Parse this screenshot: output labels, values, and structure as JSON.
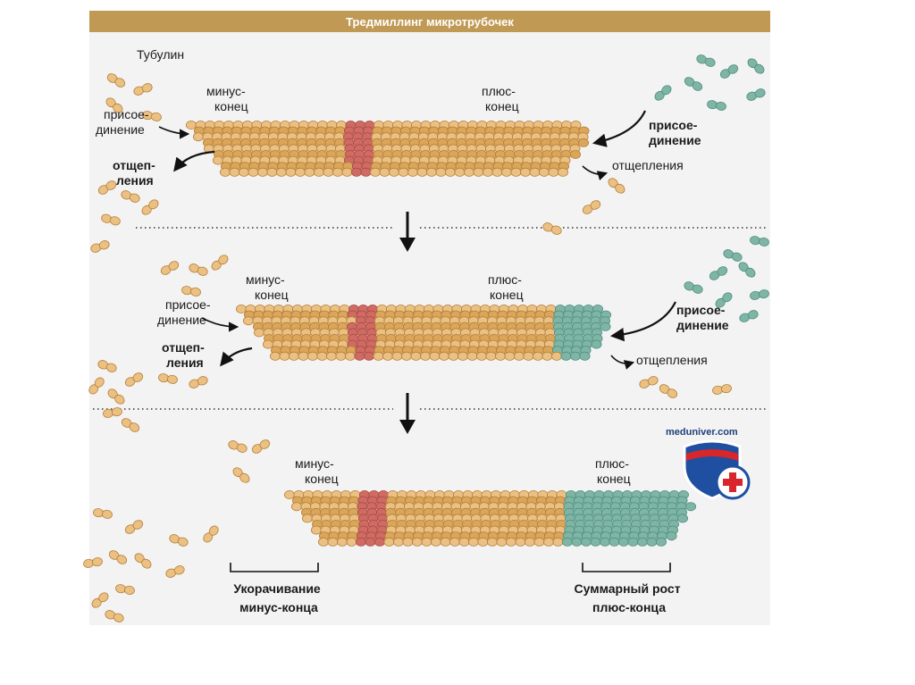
{
  "title": "Тредмиллинг микротрубочек",
  "watermark": "meduniver.com",
  "colors": {
    "header_bg": "#c09a55",
    "panel_bg": "#f2f2f2",
    "tubulin": "#d9a65a",
    "tubulin_dark": "#b77e38",
    "tubulin_light": "#ebc183",
    "marker": "#cf6b62",
    "marker_dark": "#a94a44",
    "new_dimer": "#7fb5a4",
    "new_dimer_dark": "#4f8f81"
  },
  "panels": [
    {
      "tubulin_label": "Тубулин",
      "minus_end": [
        "минус-",
        "конец"
      ],
      "plus_end": [
        "плюс-",
        "конец"
      ],
      "left_add": [
        "присое-",
        "динение"
      ],
      "left_remove": [
        "отщеп-",
        "ления"
      ],
      "right_add": [
        "присое-",
        "динение"
      ],
      "right_remove": "отщепления"
    },
    {
      "minus_end": [
        "минус-",
        "конец"
      ],
      "plus_end": [
        "плюс-",
        "конец"
      ],
      "left_add": [
        "присое-",
        "динение"
      ],
      "left_remove": [
        "отщеп-",
        "ления"
      ],
      "right_add": [
        "присое-",
        "динение"
      ],
      "right_remove": "отщепления"
    },
    {
      "minus_end": [
        "минус-",
        "конец"
      ],
      "plus_end": [
        "плюс-",
        "конец"
      ],
      "bottom_left": [
        "Укорачивание",
        "минус-конца"
      ],
      "bottom_right": [
        "Суммарный рост",
        "плюс-конца"
      ]
    }
  ]
}
